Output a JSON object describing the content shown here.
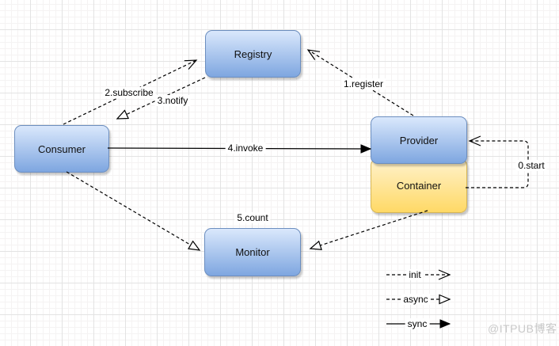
{
  "colors": {
    "node_blue_top": "#dae8fc",
    "node_blue_bottom": "#7ea6e0",
    "node_blue_border": "#6c8ebf",
    "node_yellow_top": "#fff2cc",
    "node_yellow_bottom": "#ffd966",
    "node_yellow_border": "#d6b656",
    "edge_stroke": "#000000",
    "grid_minor": "#f5f3f3",
    "grid_major": "#e3e3e3",
    "watermark": "#c9c9c9"
  },
  "nodes": {
    "registry": {
      "label": "Registry",
      "color": "blue"
    },
    "consumer": {
      "label": "Consumer",
      "color": "blue"
    },
    "provider": {
      "label": "Provider",
      "color": "blue"
    },
    "container": {
      "label": "Container",
      "color": "yellow"
    },
    "monitor": {
      "label": "Monitor",
      "color": "blue"
    }
  },
  "edges": {
    "start": {
      "label": "0.start",
      "from": "container",
      "to": "provider",
      "style": "init"
    },
    "register": {
      "label": "1.register",
      "from": "provider",
      "to": "registry",
      "style": "init"
    },
    "subscribe": {
      "label": "2.subscribe",
      "from": "consumer",
      "to": "registry",
      "style": "init"
    },
    "notify": {
      "label": "3.notify",
      "from": "registry",
      "to": "consumer",
      "style": "async"
    },
    "invoke": {
      "label": "4.invoke",
      "from": "consumer",
      "to": "provider",
      "style": "sync"
    },
    "count": {
      "label": "5.count",
      "from": "consumer",
      "to": "monitor",
      "style": "async"
    },
    "count_provider": {
      "from": "container",
      "to": "monitor",
      "style": "async"
    }
  },
  "legend": {
    "items": [
      {
        "label": "init",
        "line": "dashed",
        "arrow": "open"
      },
      {
        "label": "async",
        "line": "dashed",
        "arrow": "hollow-triangle"
      },
      {
        "label": "sync",
        "line": "solid",
        "arrow": "filled"
      }
    ]
  },
  "watermark": "@ITPUB博客"
}
